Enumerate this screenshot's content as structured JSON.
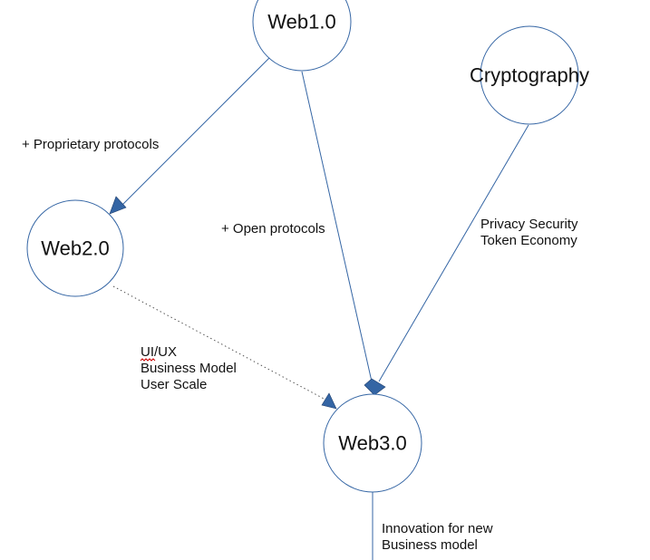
{
  "diagram": {
    "nodes": {
      "web1": {
        "label": "Web1.0"
      },
      "web2": {
        "label": "Web2.0"
      },
      "web3": {
        "label": "Web3.0"
      },
      "crypto": {
        "label": "Cryptography"
      }
    },
    "edges": {
      "web1_web2": {
        "label": "+ Proprietary protocols"
      },
      "web1_web3": {
        "label": "+ Open protocols"
      },
      "crypto_web3": {
        "lines": [
          "Privacy Security",
          "Token Economy"
        ]
      },
      "web2_web3": {
        "lines": [
          "UI/UX",
          "Business Model",
          "User Scale"
        ]
      },
      "web3_out": {
        "lines": [
          "Innovation for new",
          "Business model"
        ]
      }
    },
    "colors": {
      "stroke": "#3465a4",
      "arrow_fill": "#3465a4",
      "dotted": "#555555",
      "spellcheck": "#cc0000"
    }
  }
}
